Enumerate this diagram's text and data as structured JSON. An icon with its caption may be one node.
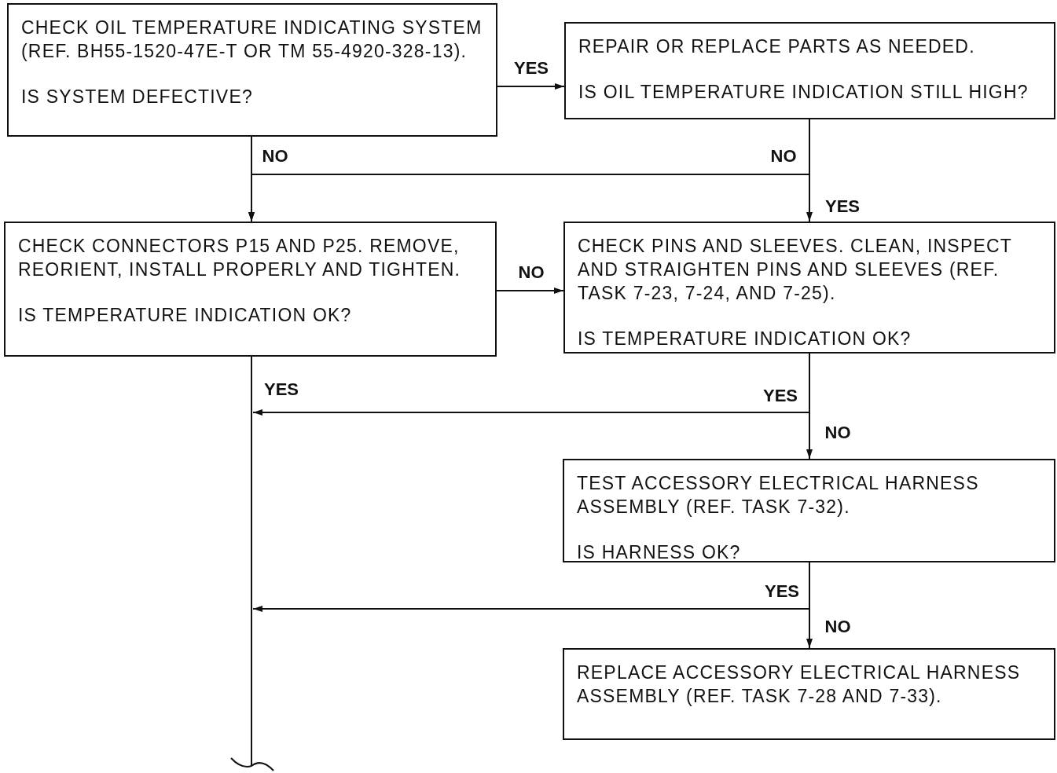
{
  "diagram": {
    "nodes": [
      {
        "text": [
          "CHECK OIL TEMPERATURE INDICATING SYSTEM (REF. BH55-1520-47E-T OR TM 55-4920-328-13).",
          "IS SYSTEM DEFECTIVE?"
        ]
      },
      {
        "text": [
          "REPAIR OR REPLACE PARTS AS NEEDED.",
          "IS OIL TEMPERATURE INDICATION STILL HIGH?"
        ]
      },
      {
        "text": [
          "CHECK CONNECTORS P15 AND P25. REMOVE, REORIENT, INSTALL PROPERLY AND TIGHTEN.",
          "IS TEMPERATURE INDICATION OK?"
        ]
      },
      {
        "text": [
          "CHECK PINS AND SLEEVES. CLEAN, INSPECT AND STRAIGHTEN PINS AND SLEEVES (REF. TASK 7-23, 7-24, AND 7-25).",
          "IS TEMPERATURE INDICATION OK?"
        ]
      },
      {
        "text": [
          "TEST ACCESSORY ELECTRICAL HARNESS ASSEMBLY (REF. TASK 7-32).",
          "IS HARNESS OK?"
        ]
      },
      {
        "text": [
          "REPLACE ACCESSORY ELECTRICAL HARNESS ASSEMBLY (REF. TASK 7-28 AND 7-33)."
        ]
      }
    ],
    "edges": [
      {
        "from": 0,
        "to": 1,
        "arrow": "to",
        "label": "YES"
      },
      {
        "from": 0,
        "to": 2,
        "arrow": "to",
        "label": "NO"
      },
      {
        "from": 1,
        "to": 2,
        "arrow": "to",
        "label": "NO"
      },
      {
        "from": 1,
        "to": 3,
        "arrow": "to",
        "label": "YES"
      },
      {
        "from": 2,
        "to": 3,
        "arrow": "to",
        "label": "NO"
      },
      {
        "from": 2,
        "to": null,
        "arrow": "none",
        "label": "YES"
      },
      {
        "from": 3,
        "to": null,
        "arrow": "to",
        "label": "YES"
      },
      {
        "from": 3,
        "to": 4,
        "arrow": "to",
        "label": "NO"
      },
      {
        "from": 4,
        "to": null,
        "arrow": "to",
        "label": "YES"
      },
      {
        "from": 4,
        "to": 5,
        "arrow": "to",
        "label": "NO"
      }
    ]
  }
}
